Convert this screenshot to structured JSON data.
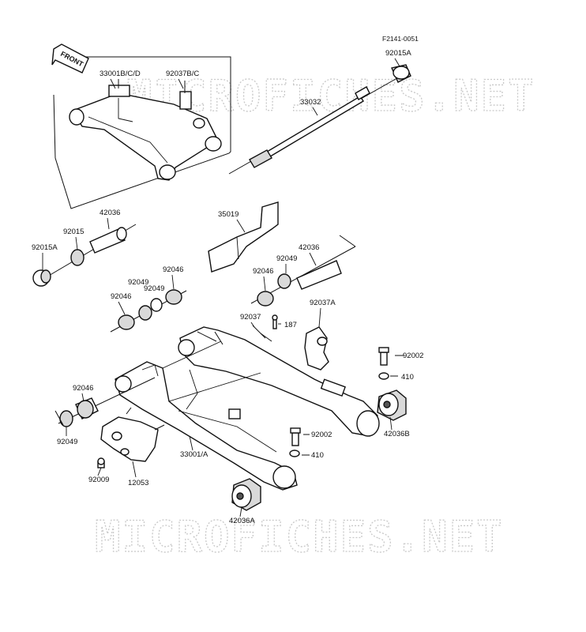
{
  "figure_code": "F2141-0051",
  "front_arrow": "FRONT",
  "watermark": "MICROFICHES.NET",
  "labels": {
    "l33001bcd": "33001B/C/D",
    "l92037bc": "92037B/C",
    "l92015a_top": "92015A",
    "l33032": "33032",
    "l42036_left": "42036",
    "l92015": "92015",
    "l92015a_left": "92015A",
    "l35019": "35019",
    "l42036_right": "42036",
    "l92049_right": "92049",
    "l92046_right": "92046",
    "l92046_mid": "92046",
    "l92049_mid1": "92049",
    "l92049_mid2": "92049",
    "l92046_left": "92046",
    "l92037a": "92037A",
    "l92037": "92037",
    "l187": "187",
    "l92002_right": "92002",
    "l410_right": "410",
    "l92046_low": "92046",
    "l92049_low": "92049",
    "l42036b": "42036B",
    "l92002_mid": "92002",
    "l410_mid": "410",
    "l33001a": "33001/A",
    "l92009": "92009",
    "l12053": "12053",
    "l42036a": "42036A"
  }
}
